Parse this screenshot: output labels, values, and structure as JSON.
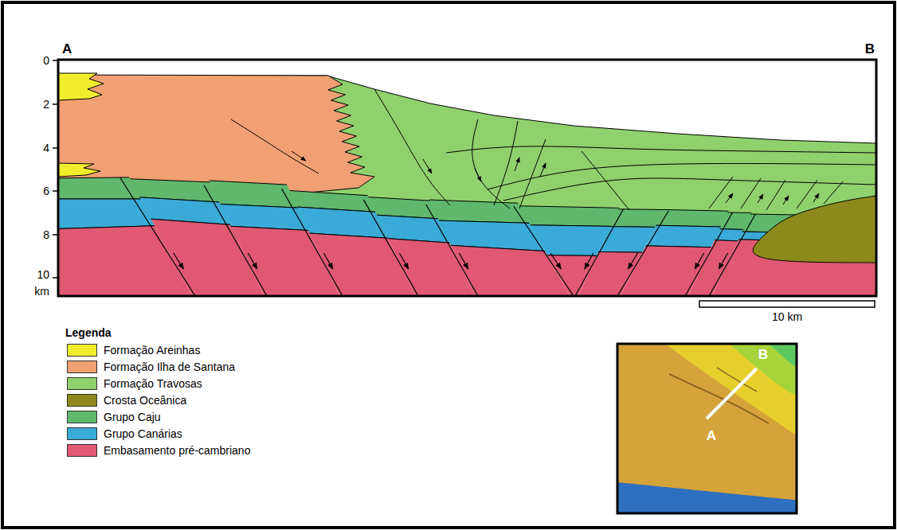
{
  "diagram": {
    "labels": [
      "A",
      "B",
      "0",
      "2",
      "4",
      "6",
      "8",
      "10",
      "km",
      "10 km",
      "Legenda",
      "A",
      "B"
    ],
    "legend": [
      {
        "text": "Formação Areinhas",
        "color": "#f0ee2c"
      },
      {
        "text": "Formação Ilha de Santana",
        "color": "#f0a072"
      },
      {
        "text": "Formação Travosas",
        "color": "#8fd16c"
      },
      {
        "text": "Crosta Oceânica",
        "color": "#8c8a1c"
      },
      {
        "text": "Grupo Caju",
        "color": "#5fb86b"
      },
      {
        "text": "Grupo Canárias",
        "color": "#3aaad8"
      },
      {
        "text": "Embasamento pré-cambriano",
        "color": "#e05872"
      }
    ]
  }
}
